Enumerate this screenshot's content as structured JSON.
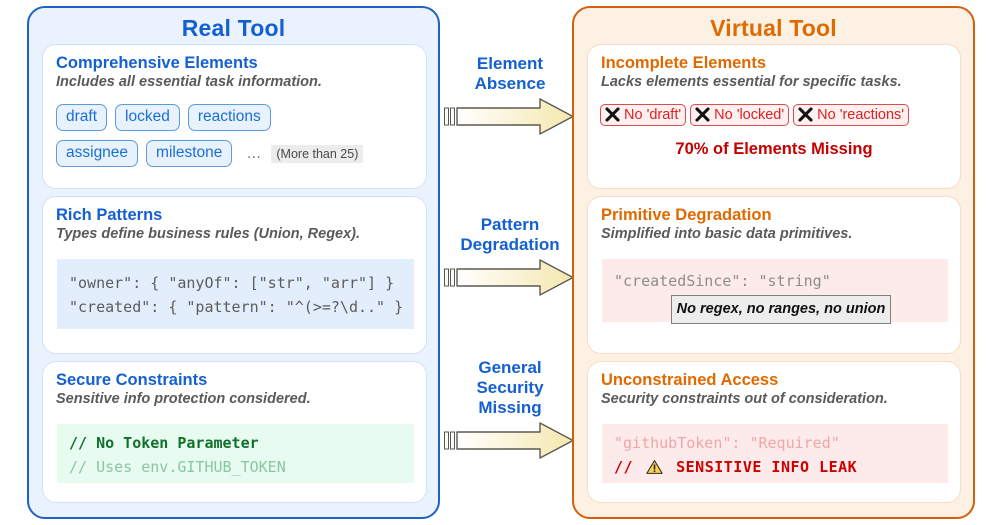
{
  "left_panel": {
    "title": "Real Tool",
    "accent": "#1560d0",
    "cards": [
      {
        "heading": "Comprehensive Elements",
        "subtitle": "Includes all essential task information.",
        "chips_row1": [
          "draft",
          "locked",
          "reactions"
        ],
        "chips_row2": [
          "assignee",
          "milestone"
        ],
        "ellipsis": "…",
        "more_badge": "(More than 25)"
      },
      {
        "heading": "Rich Patterns",
        "subtitle": "Types define business rules (Union, Regex).",
        "code_line1": "\"owner\": { \"anyOf\": [\"str\", \"arr\"] }",
        "code_line2": "\"created\": { \"pattern\": \"^(>=?\\d..\" }"
      },
      {
        "heading": "Secure Constraints",
        "subtitle": "Sensitive info protection considered.",
        "code_line1": "// No Token Parameter",
        "code_line2": "// Uses env.GITHUB_TOKEN"
      }
    ]
  },
  "right_panel": {
    "title": "Virtual Tool",
    "accent": "#e06a00",
    "cards": [
      {
        "heading": "Incomplete Elements",
        "subtitle": "Lacks elements essential for specific tasks.",
        "nochips": [
          "No 'draft'",
          "No 'locked'",
          "No 'reactions'"
        ],
        "x_icon": "cross-mark-icon",
        "percent_missing": "70% of Elements Missing"
      },
      {
        "heading": "Primitive Degradation",
        "subtitle": "Simplified into basic data primitives.",
        "code_line1": "\"createdSince\": \"string\"",
        "note": "No regex, no ranges, no union"
      },
      {
        "heading": "Unconstrained Access",
        "subtitle": "Security constraints out of consideration.",
        "code_line1": "\"githubToken\": \"Required\"",
        "code_line2_prefix": "//",
        "warn_icon": "warning-triangle-icon",
        "code_line2_text": "SENSITIVE INFO LEAK"
      }
    ]
  },
  "arrows": [
    {
      "label_line1": "Element",
      "label_line2": "Absence",
      "label_line3": ""
    },
    {
      "label_line1": "Pattern",
      "label_line2": "Degradation",
      "label_line3": ""
    },
    {
      "label_line1": "General",
      "label_line2": "Security",
      "label_line3": "Missing"
    }
  ],
  "colors": {
    "blue_accent": "#1560d0",
    "orange_accent": "#e06a00",
    "red_alert": "#cc0000",
    "green_ok": "#12702c",
    "arrow_fill": "#f7edc0"
  }
}
